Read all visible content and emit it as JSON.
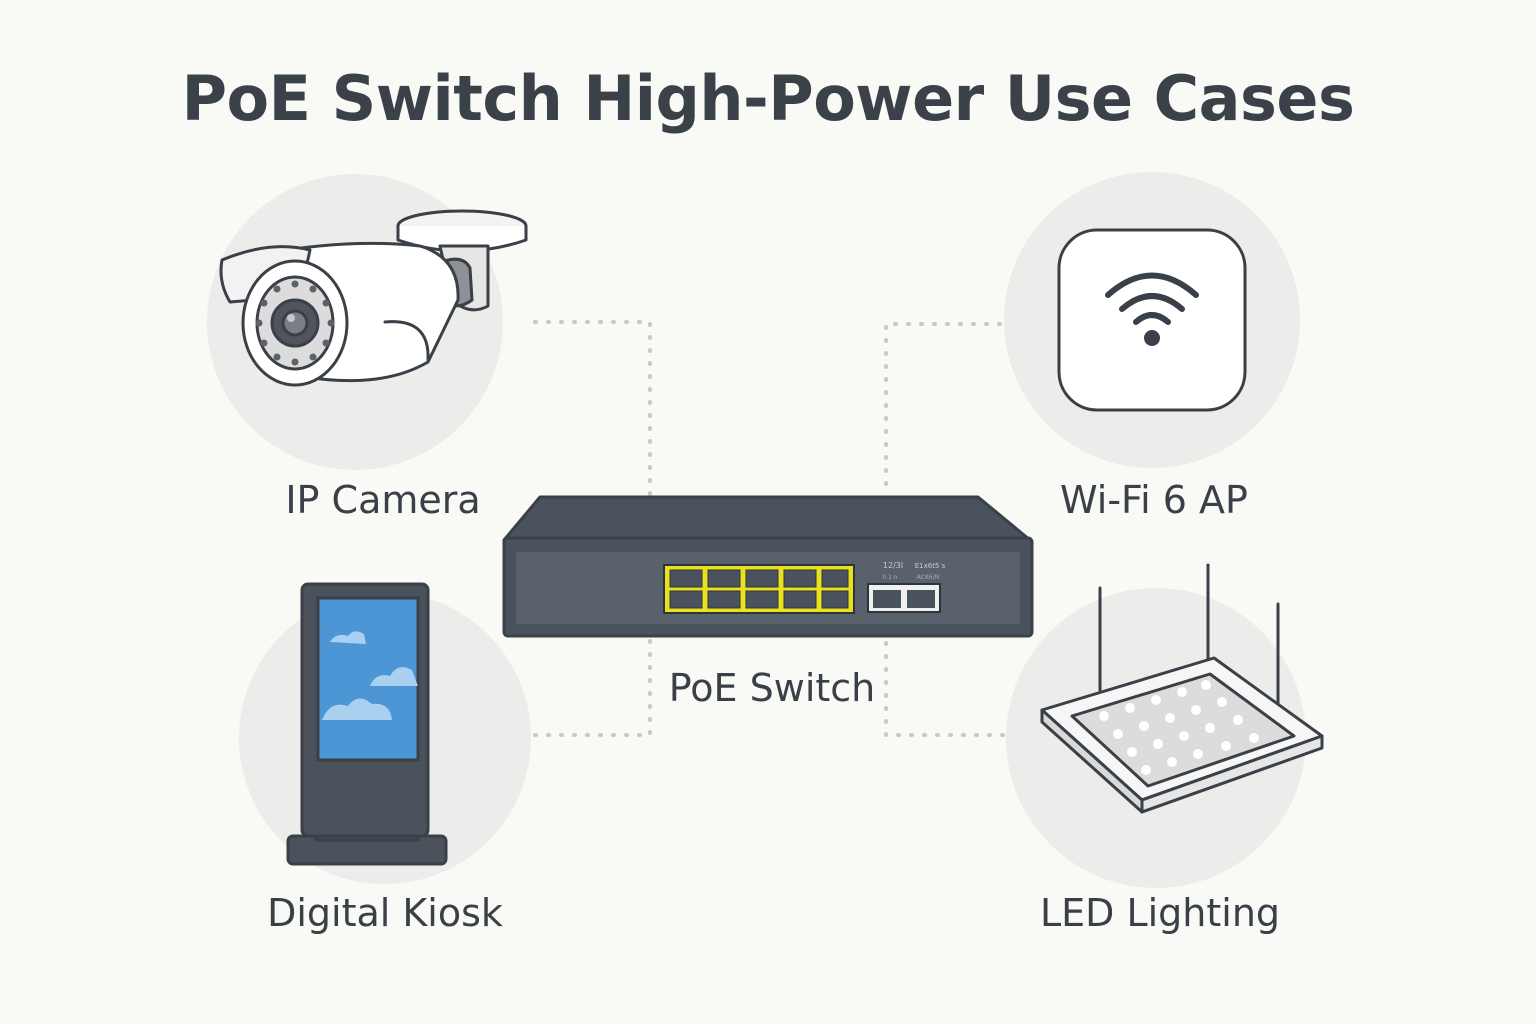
{
  "title": "PoE Switch High-Power Use Cases",
  "switch": {
    "label": "PoE Switch",
    "text_a": "12/3l",
    "text_b": "E1x6t5 s",
    "text_c": "0 1 n",
    "text_d": "ACK6/N"
  },
  "devices": [
    {
      "id": "camera",
      "label": "IP Camera",
      "icon": "ip-camera-icon"
    },
    {
      "id": "ap",
      "label": "Wi-Fi 6 AP",
      "icon": "wifi-access-point-icon"
    },
    {
      "id": "kiosk",
      "label": "Digital Kiosk",
      "icon": "digital-kiosk-icon"
    },
    {
      "id": "led",
      "label": "LED Lighting",
      "icon": "led-panel-light-icon"
    }
  ],
  "colors": {
    "background": "#f9f9f6",
    "circle": "#ececea",
    "outline": "#3a4048",
    "switch_body": "#4a535d",
    "switch_face": "#59626c",
    "poe_port": "#e9e01f",
    "screen": "#4d96d6",
    "connector": "#c9c9c6"
  }
}
